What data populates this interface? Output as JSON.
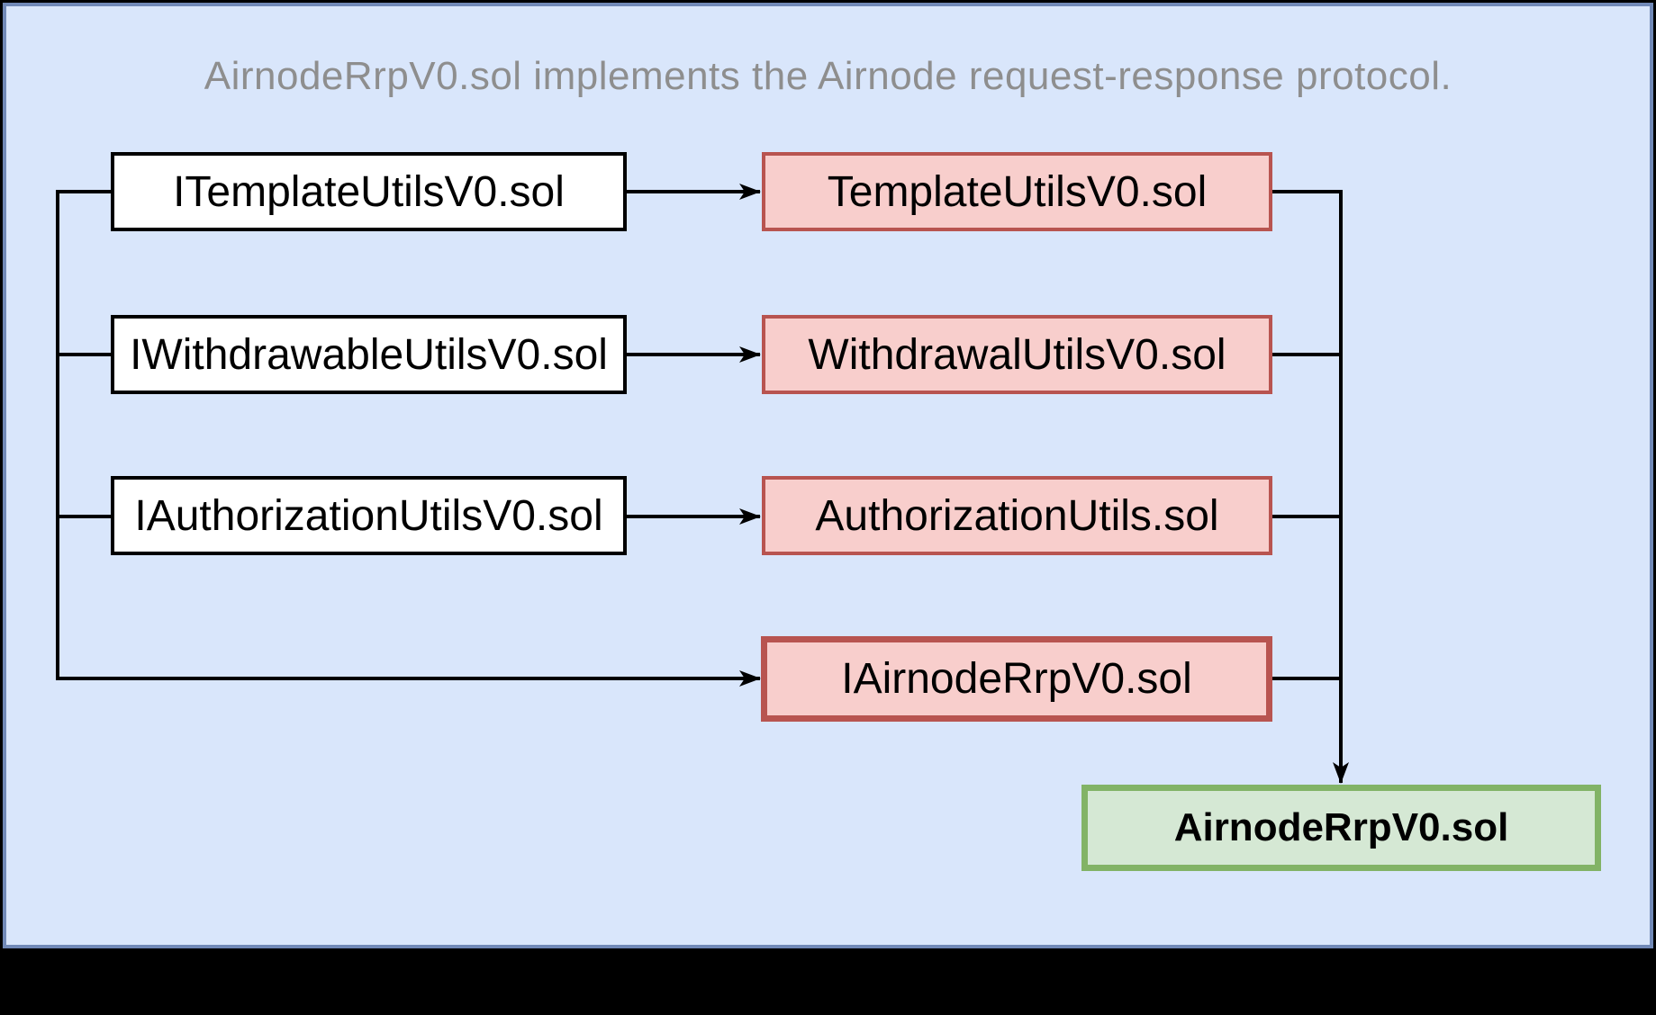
{
  "title": "AirnodeRrpV0.sol implements the Airnode request-response protocol.",
  "nodes": {
    "interfaces": [
      {
        "label": "ITemplateUtilsV0.sol"
      },
      {
        "label": "IWithdrawableUtilsV0.sol"
      },
      {
        "label": "IAuthorizationUtilsV0.sol"
      }
    ],
    "implementations": [
      {
        "label": "TemplateUtilsV0.sol"
      },
      {
        "label": "WithdrawalUtilsV0.sol"
      },
      {
        "label": "AuthorizationUtils.sol"
      }
    ],
    "rrp_interface": {
      "label": "IAirnodeRrpV0.sol"
    },
    "main_contract": {
      "label": "AirnodeRrpV0.sol"
    }
  },
  "colors": {
    "canvas_background": "#000000",
    "panel_background": "#d9e6fb",
    "panel_border": "#7189b7",
    "interface_fill": "#ffffff",
    "interface_border": "#000000",
    "implementation_fill": "#f8cecc",
    "implementation_border": "#b85450",
    "main_contract_fill": "#d5e8d4",
    "main_contract_border": "#82b366",
    "connector_color": "#000000",
    "title_color": "#8e8e8e"
  }
}
